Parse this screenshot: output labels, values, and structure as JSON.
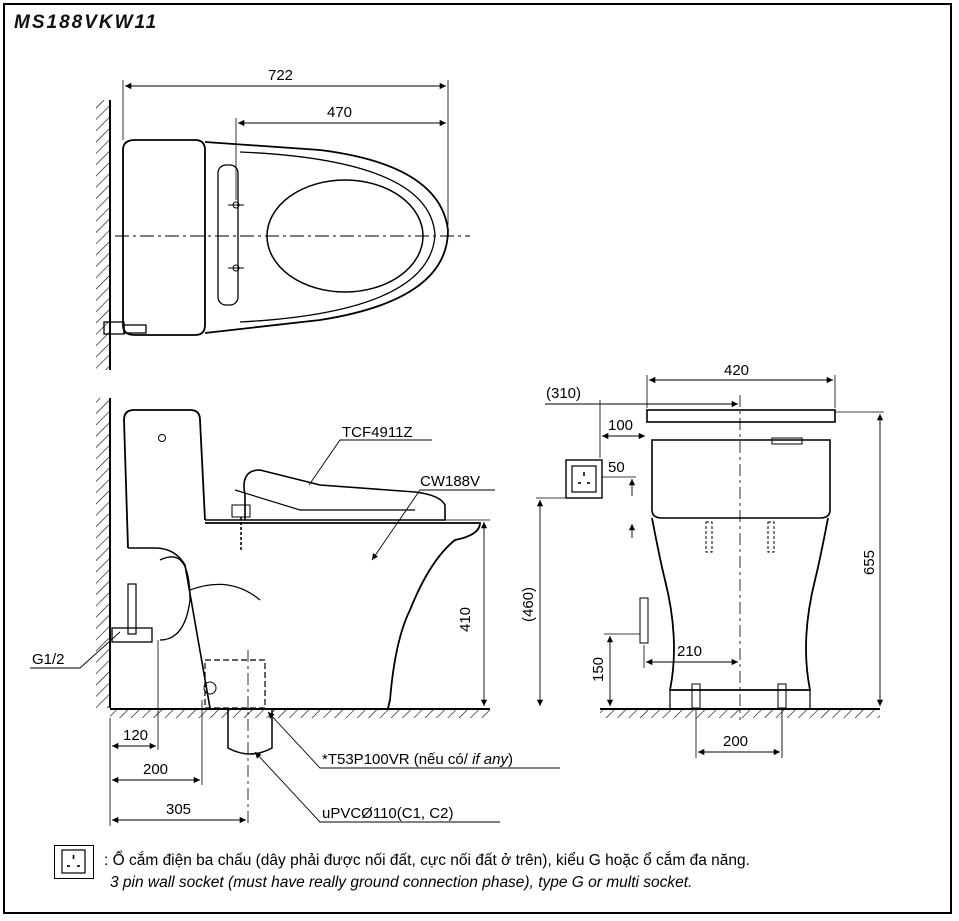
{
  "model": "MS188VKW11",
  "top_view": {
    "dim_total": "722",
    "dim_seat": "470"
  },
  "side_view": {
    "label_seat": "TCF4911Z",
    "label_bowl": "CW188V",
    "dim_height": "410",
    "label_inlet": "G1/2",
    "dim_120": "120",
    "dim_200": "200",
    "dim_305": "305",
    "label_valve": "*T53P100VR (nếu có/ ",
    "label_valve_italic": "if any",
    "label_valve_end": ")",
    "label_pipe": "uPVCØ110(C1, C2)"
  },
  "front_view": {
    "dim_width": "420",
    "dim_310": "(310)",
    "dim_100": "100",
    "dim_50": "50",
    "dim_460": "(460)",
    "dim_655": "655",
    "dim_150": "150",
    "dim_210": "210",
    "dim_200": "200"
  },
  "legend": {
    "vi": ": Ổ cắm điện ba chấu (dây phải được nối đất, cực nối đất ở trên), kiểu G hoặc ổ cắm đa năng.",
    "en": "3 pin wall socket (must have really ground connection phase), type G or multi socket."
  }
}
